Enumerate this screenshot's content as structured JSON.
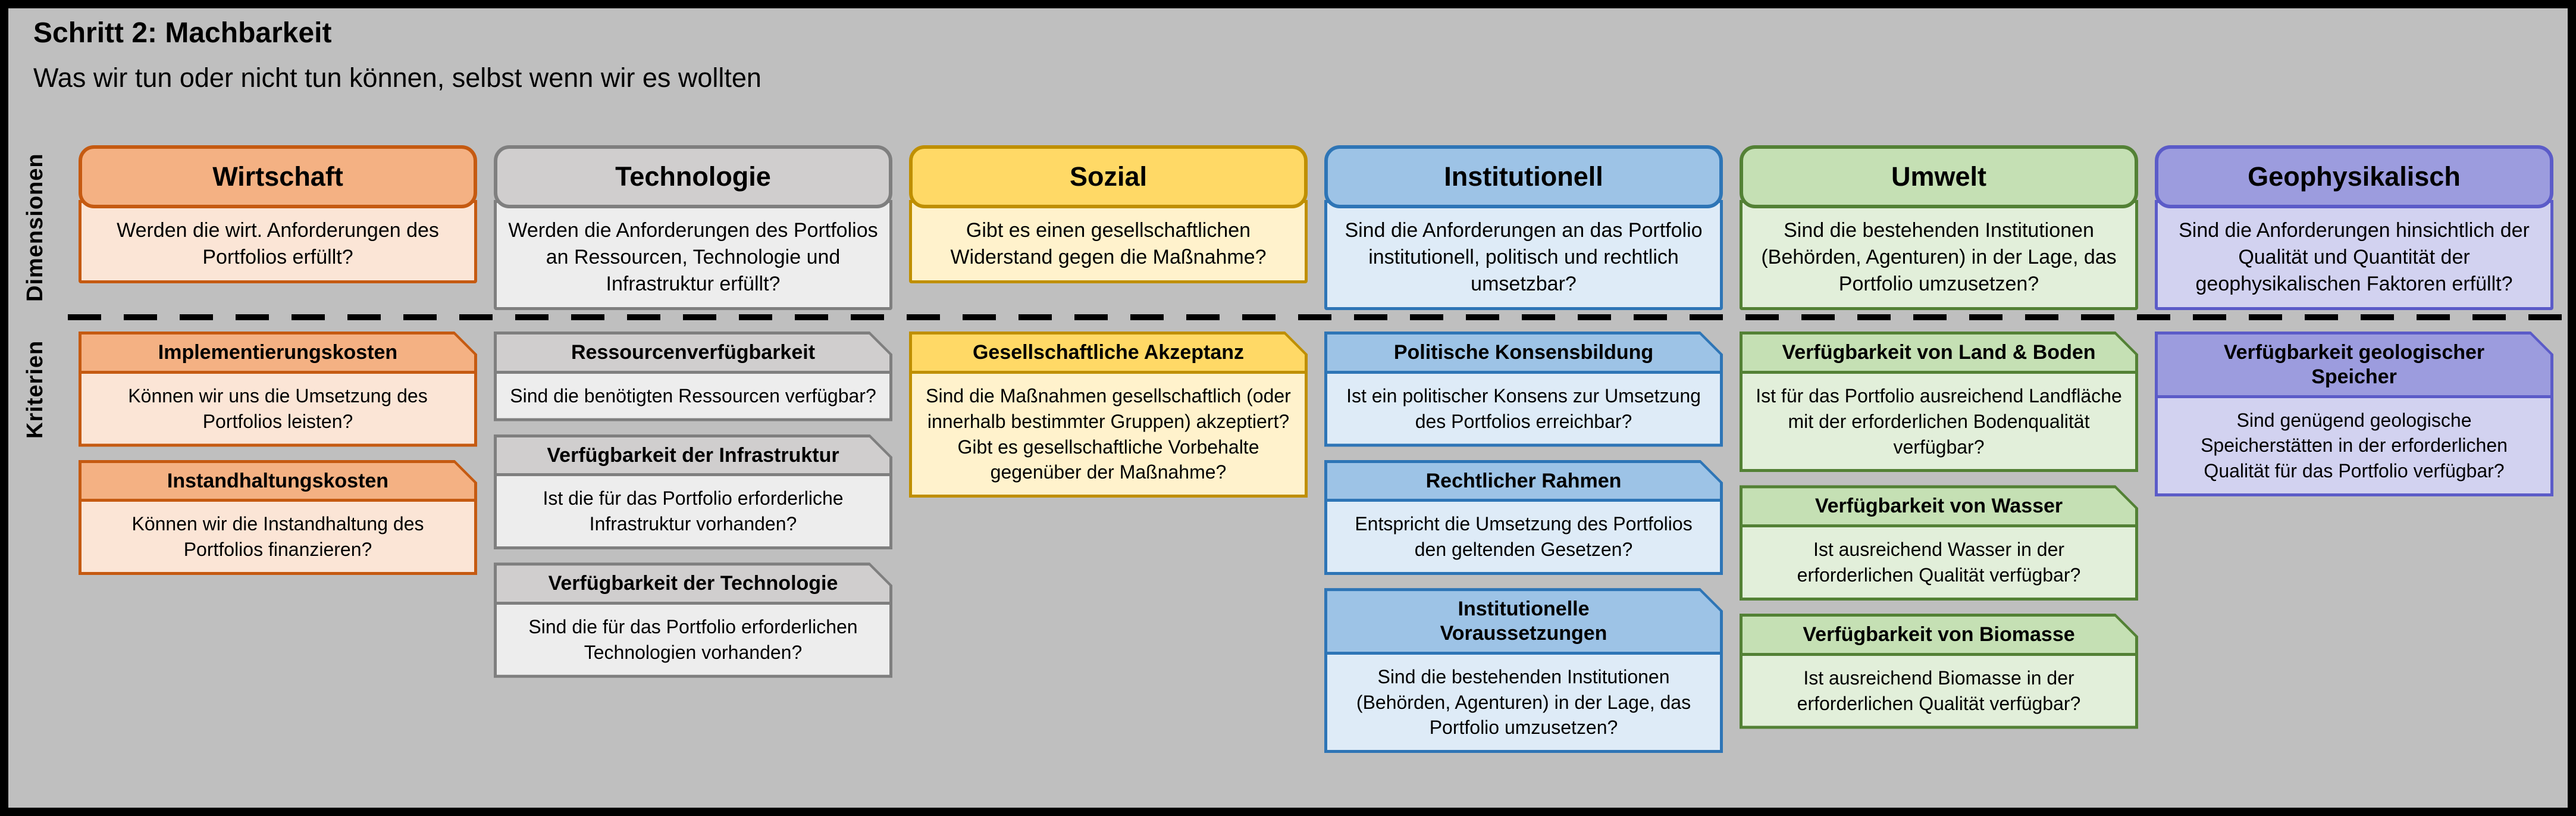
{
  "header": {
    "title": "Schritt 2: Machbarkeit",
    "subtitle": "Was wir tun oder nicht tun können, selbst wenn wir es wollten"
  },
  "row_labels": {
    "dimensions": "Dimensionen",
    "criteria": "Kriterien"
  },
  "colors": {
    "background": "#BFBFBF",
    "frame": "#000000",
    "orange": {
      "dark": "#C55A11",
      "header": "#F4B183",
      "light": "#FBE5D6"
    },
    "gray": {
      "dark": "#7F7F7F",
      "header": "#D0CECE",
      "light": "#EDEDED"
    },
    "yellow": {
      "dark": "#BF8F00",
      "header": "#FFD966",
      "light": "#FFF2CC"
    },
    "blue": {
      "dark": "#2E75B6",
      "header": "#9DC3E6",
      "light": "#DEEBF7"
    },
    "green": {
      "dark": "#538135",
      "header": "#C5E0B4",
      "light": "#E2EFDA"
    },
    "purple": {
      "dark": "#5B5BC8",
      "header": "#9C9CDE",
      "light": "#D2D2F0"
    }
  },
  "columns": [
    {
      "label": "Wirtschaft",
      "question": "Werden die wirt. Anforderungen des Portfolios erfüllt?",
      "criteria": [
        {
          "title": "Implementierungskosten",
          "question": "Können wir uns die Umsetzung des Portfolios leisten?"
        },
        {
          "title": "Instandhaltungskosten",
          "question": "Können wir die Instandhaltung des Portfolios finanzieren?"
        }
      ]
    },
    {
      "label": "Technologie",
      "question": "Werden die Anforderungen des Portfolios an Ressourcen, Technologie und Infrastruktur erfüllt?",
      "criteria": [
        {
          "title": "Ressourcenverfügbarkeit",
          "question": "Sind die benötigten Ressourcen verfügbar?"
        },
        {
          "title": "Verfügbarkeit der Infrastruktur",
          "question": "Ist die für das Portfolio erforderliche Infrastruktur vorhanden?"
        },
        {
          "title": "Verfügbarkeit der Technologie",
          "question": "Sind die für das Portfolio erforderlichen Technologien vorhanden?"
        }
      ]
    },
    {
      "label": "Sozial",
      "question": "Gibt es einen gesellschaftlichen Widerstand gegen die Maßnahme?",
      "criteria": [
        {
          "title": "Gesellschaftliche Akzeptanz",
          "question": "Sind die Maßnahmen gesellschaftlich (oder innerhalb bestimmter Gruppen) akzeptiert? Gibt es gesellschaftliche Vorbehalte gegenüber der Maßnahme?"
        }
      ]
    },
    {
      "label": "Institutionell",
      "question": "Sind die Anforderungen an das Portfolio institutionell, politisch und rechtlich umsetzbar?",
      "criteria": [
        {
          "title": "Politische Konsensbildung",
          "question": "Ist ein politischer Konsens zur Umsetzung des Portfolios erreichbar?"
        },
        {
          "title": "Rechtlicher Rahmen",
          "question": "Entspricht die Umsetzung des Portfolios den geltenden Gesetzen?"
        },
        {
          "title": "Institutionelle\nVoraussetzungen",
          "question": "Sind die bestehenden Institutionen (Behörden, Agenturen) in der Lage, das Portfolio umzusetzen?"
        }
      ]
    },
    {
      "label": "Umwelt",
      "question": "Sind die bestehenden Institutionen (Behörden, Agenturen) in der Lage, das Portfolio umzusetzen?",
      "criteria": [
        {
          "title": "Verfügbarkeit von Land & Boden",
          "question": "Ist für das Portfolio ausreichend Landfläche mit der erforderlichen Bodenqualität verfügbar?"
        },
        {
          "title": "Verfügbarkeit von Wasser",
          "question": "Ist ausreichend Wasser in der erforderlichen Qualität verfügbar?"
        },
        {
          "title": "Verfügbarkeit von Biomasse",
          "question": "Ist ausreichend Biomasse in der erforderlichen Qualität verfügbar?"
        }
      ]
    },
    {
      "label": "Geophysikalisch",
      "question": "Sind die Anforderungen hinsichtlich der Qualität und Quantität der geophysikalischen Faktoren erfüllt?",
      "criteria": [
        {
          "title": "Verfügbarkeit geologischer\nSpeicher",
          "question": "Sind genügend geologische Speicherstätten in der erforderlichen Qualität für das Portfolio verfügbar?"
        }
      ]
    }
  ]
}
